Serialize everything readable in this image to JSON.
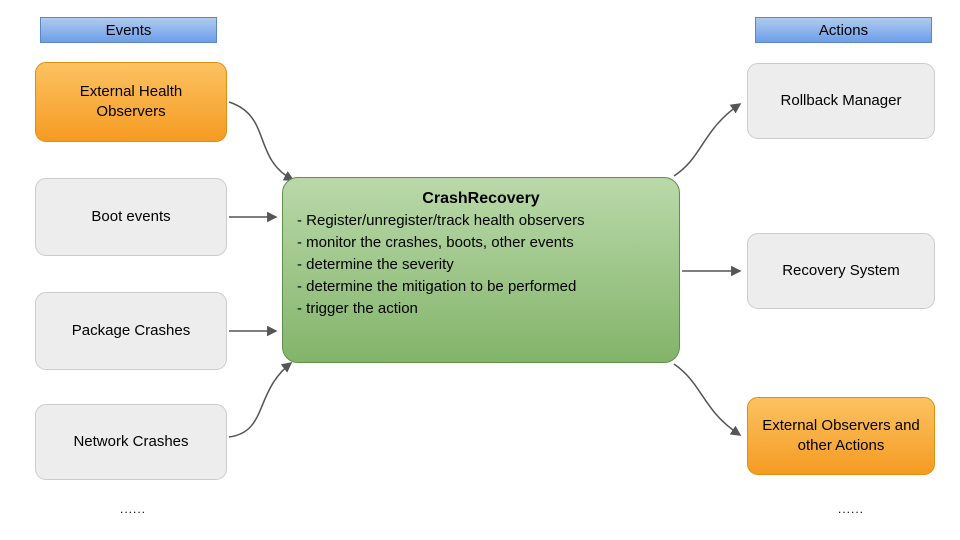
{
  "events": {
    "header": "Events",
    "items": [
      {
        "label": "External Health Observers",
        "style": "orange"
      },
      {
        "label": "Boot events",
        "style": "gray"
      },
      {
        "label": "Package Crashes",
        "style": "gray"
      },
      {
        "label": "Network Crashes",
        "style": "gray"
      }
    ],
    "ellipsis": "......"
  },
  "center": {
    "title": "CrashRecovery",
    "bullets": [
      "- Register/unregister/track health observers",
      "- monitor the crashes, boots, other events",
      "- determine the severity",
      "- determine the mitigation to be performed",
      "- trigger the action"
    ]
  },
  "actions": {
    "header": "Actions",
    "items": [
      {
        "label": "Rollback Manager",
        "style": "gray"
      },
      {
        "label": "Recovery System",
        "style": "gray"
      },
      {
        "label": "External Observers and other Actions",
        "style": "orange"
      }
    ],
    "ellipsis": "......"
  },
  "colors": {
    "header_blue": "#6d9eeb",
    "orange": "#f59b22",
    "green": "#93c47d",
    "gray": "#ededed",
    "arrow": "#555555"
  }
}
